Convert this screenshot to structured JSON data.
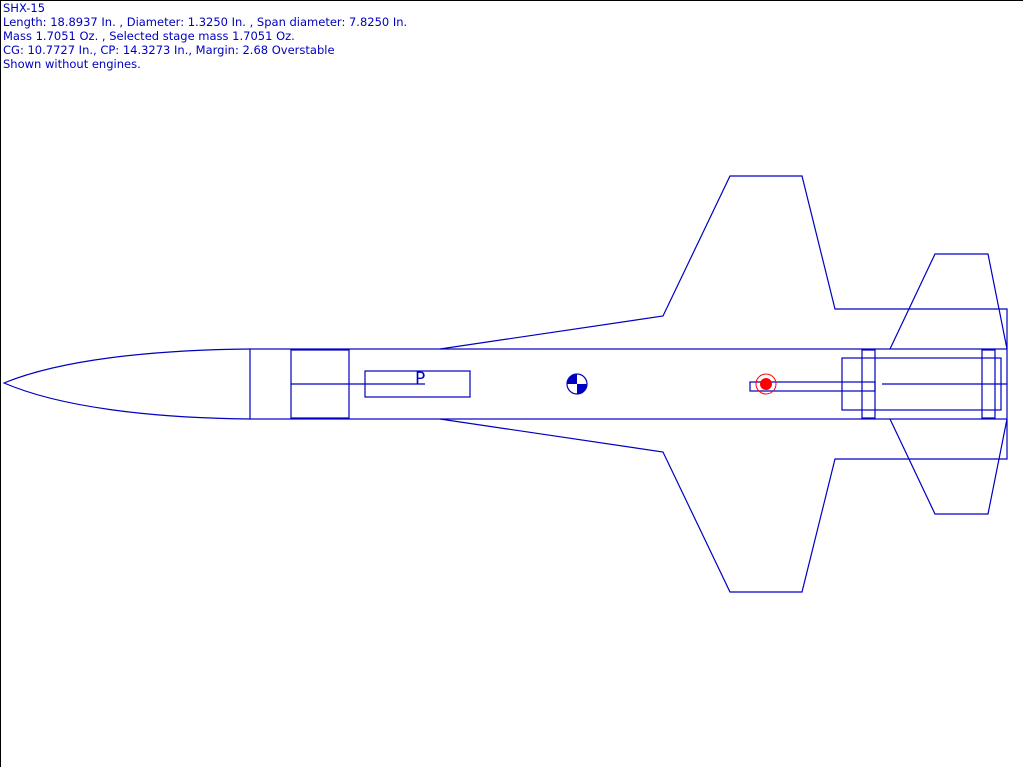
{
  "title": "SHX-15",
  "info_lines": [
    "Length: 18.8937 In. , Diameter: 1.3250 In. , Span diameter: 7.8250 In.",
    "Mass 1.7051 Oz. , Selected stage mass 1.7051 Oz.",
    "CG: 10.7727 In., CP: 14.3273 In., Margin: 2.68 Overstable",
    "Shown without engines."
  ],
  "parachute_label": "P",
  "colors": {
    "outline": "#0000c0",
    "cp": "#ff0000",
    "cg": "#0000c0"
  }
}
